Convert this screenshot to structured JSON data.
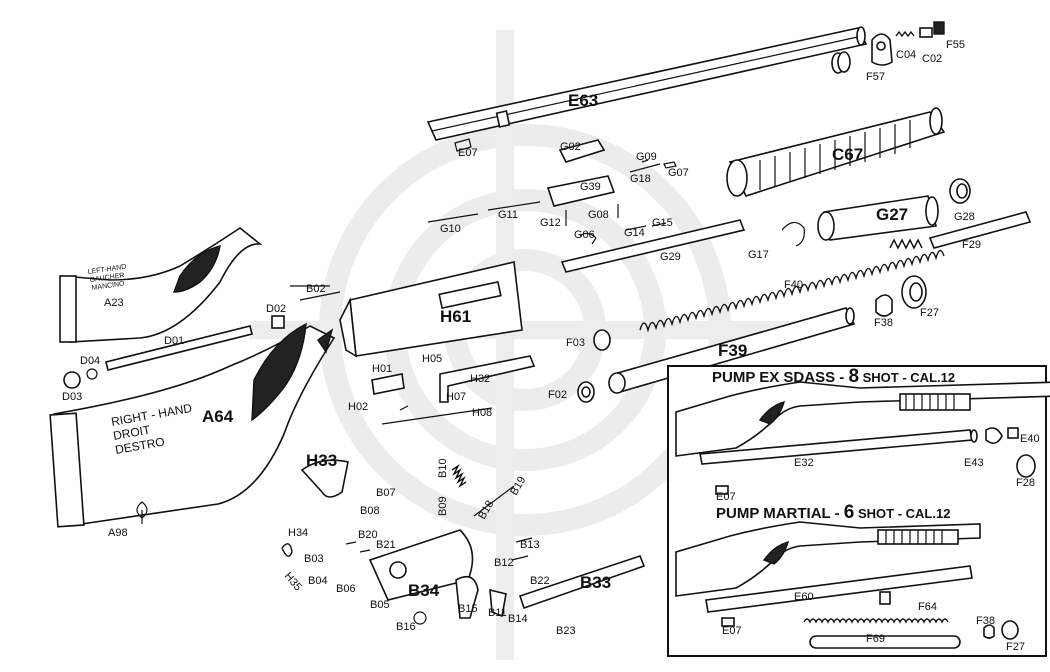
{
  "inset": {
    "title1": {
      "name": "PUMP EX SDASS",
      "sep": " - ",
      "count": "8",
      "rest": " SHOT - CAL.12"
    },
    "title2": {
      "name": "PUMP MARTIAL",
      "sep": " - ",
      "count": "6",
      "rest": " SHOT - CAL.12"
    }
  },
  "stocks": {
    "left": [
      "LEFT-HAND",
      "GAUCHER",
      "MANCINO"
    ],
    "right": [
      "RIGHT - HAND",
      "DROIT",
      "DESTRO"
    ]
  },
  "labels": [
    {
      "id": "E63",
      "size": "big"
    },
    {
      "id": "C67",
      "size": "big"
    },
    {
      "id": "G27",
      "size": "big"
    },
    {
      "id": "H61",
      "size": "big"
    },
    {
      "id": "A64",
      "size": "big"
    },
    {
      "id": "A23",
      "size": "normal"
    },
    {
      "id": "F39",
      "size": "big"
    },
    {
      "id": "F40",
      "size": "normal"
    },
    {
      "id": "H33",
      "size": "big"
    },
    {
      "id": "B34",
      "size": "big"
    },
    {
      "id": "B33",
      "size": "big"
    },
    {
      "id": "G39",
      "size": "normal"
    },
    {
      "id": "G29",
      "size": "normal"
    },
    {
      "id": "E07"
    },
    {
      "id": "F57"
    },
    {
      "id": "C04"
    },
    {
      "id": "C02"
    },
    {
      "id": "F55"
    },
    {
      "id": "G02"
    },
    {
      "id": "G09"
    },
    {
      "id": "G18"
    },
    {
      "id": "G07"
    },
    {
      "id": "G11"
    },
    {
      "id": "G10"
    },
    {
      "id": "G12"
    },
    {
      "id": "G08"
    },
    {
      "id": "G06"
    },
    {
      "id": "G14"
    },
    {
      "id": "G15"
    },
    {
      "id": "G17"
    },
    {
      "id": "G28"
    },
    {
      "id": "F29"
    },
    {
      "id": "F38"
    },
    {
      "id": "F27"
    },
    {
      "id": "F03"
    },
    {
      "id": "F02"
    },
    {
      "id": "B02"
    },
    {
      "id": "D02"
    },
    {
      "id": "D01"
    },
    {
      "id": "D04"
    },
    {
      "id": "D03"
    },
    {
      "id": "H01"
    },
    {
      "id": "H05"
    },
    {
      "id": "H32"
    },
    {
      "id": "H02"
    },
    {
      "id": "H07"
    },
    {
      "id": "H08"
    },
    {
      "id": "A98"
    },
    {
      "id": "B07"
    },
    {
      "id": "B08"
    },
    {
      "id": "B10"
    },
    {
      "id": "B09"
    },
    {
      "id": "B19"
    },
    {
      "id": "B18"
    },
    {
      "id": "H34"
    },
    {
      "id": "B20"
    },
    {
      "id": "B21"
    },
    {
      "id": "B13"
    },
    {
      "id": "B12"
    },
    {
      "id": "H35"
    },
    {
      "id": "B03"
    },
    {
      "id": "B04"
    },
    {
      "id": "B06"
    },
    {
      "id": "B05"
    },
    {
      "id": "B22"
    },
    {
      "id": "B15"
    },
    {
      "id": "B11"
    },
    {
      "id": "B14"
    },
    {
      "id": "B23"
    },
    {
      "id": "B16"
    },
    {
      "id": "E40"
    },
    {
      "id": "E32"
    },
    {
      "id": "E43"
    },
    {
      "id": "F28"
    },
    {
      "id": "E07"
    },
    {
      "id": "E60"
    },
    {
      "id": "F64"
    },
    {
      "id": "E07"
    },
    {
      "id": "F69"
    },
    {
      "id": "F38"
    },
    {
      "id": "F27"
    }
  ]
}
